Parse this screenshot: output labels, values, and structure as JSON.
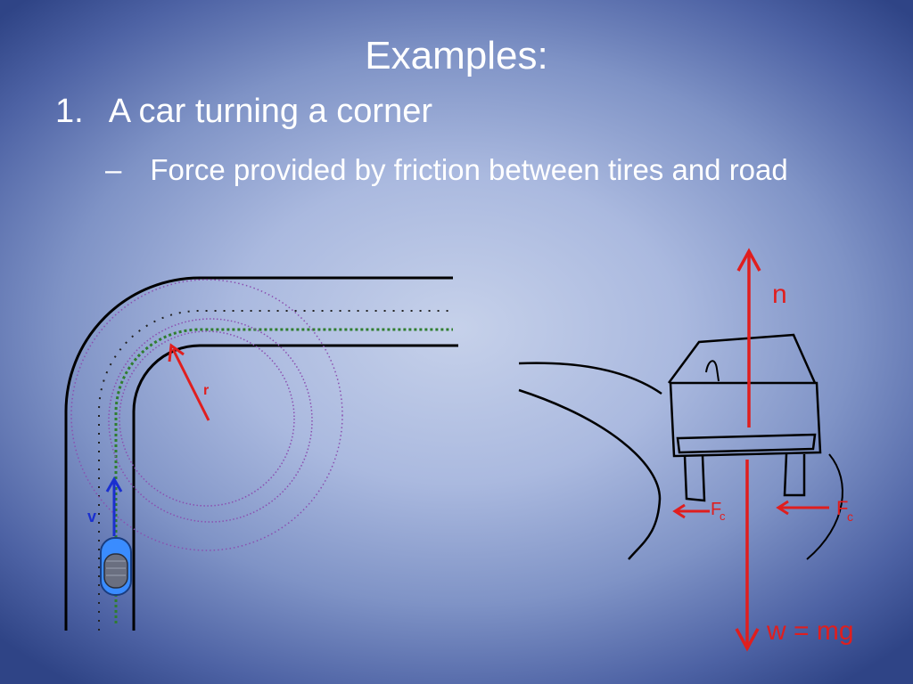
{
  "slide": {
    "title": "Examples:",
    "item1": {
      "number": "1.",
      "text": "A car turning a corner"
    },
    "subitem": {
      "marker": "–",
      "text": "Force provided by friction between tires and road"
    }
  },
  "diagram_road": {
    "radius_label": "r",
    "velocity_label": "v"
  },
  "diagram_car": {
    "normal_label": "n",
    "weight_label": "w = mg",
    "friction_label": "F",
    "friction_subscript": "c"
  },
  "colors": {
    "force_red": "#e01e1e",
    "velocity_blue": "#1a2fd0",
    "car_blue": "#3a8cff",
    "path_green": "#2f7d2f",
    "circle_purple": "#8a4fb0"
  }
}
